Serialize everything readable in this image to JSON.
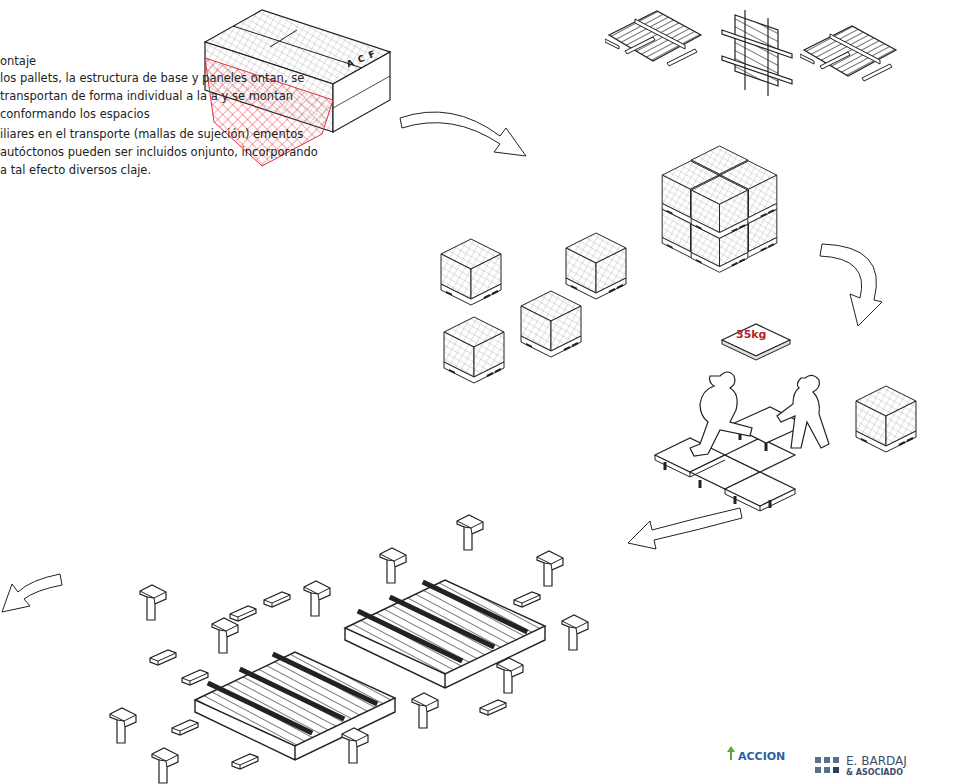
{
  "diagram": {
    "labels": [
      "A C F",
      "ontaje",
      "los pallets, la estructura de base y paneles ontan, se transportan de forma individual a la a y se montan conformando los espacios",
      "iliares en el transporte (mallas de sujeción) ementos autóctonos pueden ser incluidos onjunto, incorporando a tal efecto diversos claje.",
      "35kg",
      "ACCION",
      "E. BARDAJ",
      "& ASOCIADO"
    ]
  }
}
